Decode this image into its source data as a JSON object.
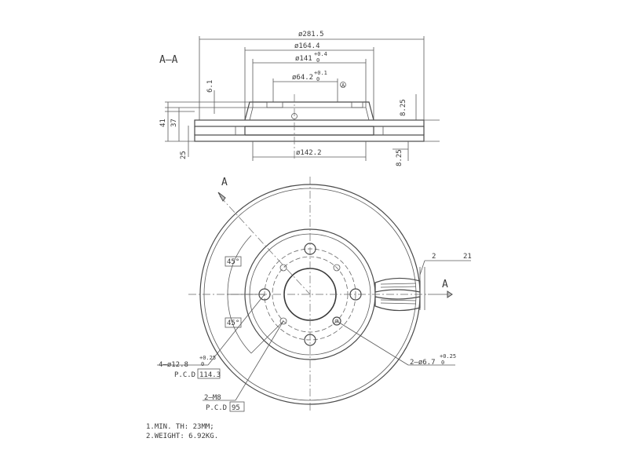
{
  "section_label": "A—A",
  "view_label": "A",
  "top_view": {
    "dim_outer": "ø281.5",
    "dim_hat": "ø164.4",
    "dim_pilot_outer": "ø141",
    "dim_pilot_outer_tol_upper": "+0.4",
    "dim_pilot_outer_tol_lower": "0",
    "dim_center": "ø64.2",
    "dim_center_tol_upper": "+0.1",
    "dim_center_tol_lower": "0",
    "dim_center_flag": "A",
    "dim_inner": "ø142.2",
    "dim_6_1": "6.1",
    "dim_41": "41",
    "dim_37": "37",
    "dim_25": "25",
    "dim_8_25_top": "8.25",
    "dim_8_25_bottom": "8.25"
  },
  "front_view": {
    "angle_top": "45°",
    "angle_bottom": "45°",
    "vent_dim_1": "2",
    "vent_dim_2": "21",
    "bolt_holes": "4—ø12.8",
    "bolt_holes_tol_upper": "+0.25",
    "bolt_holes_tol_lower": "0",
    "bolt_pcd_label": "P.C.D",
    "bolt_pcd_value": "114.3",
    "pin_holes": "2—ø6.7",
    "pin_holes_tol_upper": "+0.25",
    "pin_holes_tol_lower": "0",
    "thread_holes": "2—M8",
    "thread_pcd_label": "P.C.D",
    "thread_pcd_value": "95"
  },
  "notes": [
    "1.MIN. TH: 23MM;",
    "2.WEIGHT: 6.92KG."
  ]
}
